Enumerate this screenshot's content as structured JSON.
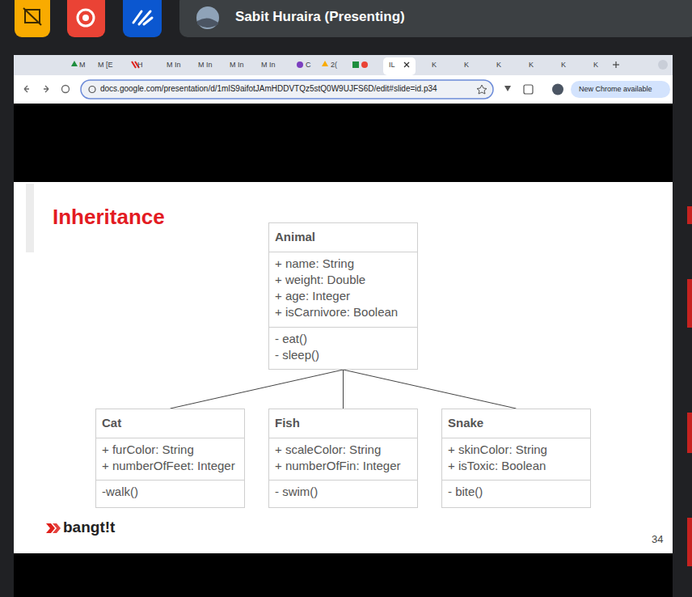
{
  "diagram": {
    "title": "Inheritance",
    "nodes": [
      {
        "text": [
          "Animal",
          "+ name: String",
          "+ weight: Double",
          "+ age: Integer",
          "+ isCarnivore: Boolean",
          "- eat()",
          "- sleep()"
        ]
      },
      {
        "text": [
          "Cat",
          "+ furColor: String",
          "+ numberOfFeet: Integer",
          "-walk()"
        ]
      },
      {
        "text": [
          "Fish",
          "+ scaleColor: String",
          "+ numberOfFin: Integer",
          "- swim()"
        ]
      },
      {
        "text": [
          "Snake",
          "+ skinColor: String",
          "+ isToxic: Boolean",
          "- bite()"
        ]
      }
    ],
    "edges": [
      {
        "from": 0,
        "to": 1,
        "arrow": "none"
      },
      {
        "from": 0,
        "to": 2,
        "arrow": "none"
      },
      {
        "from": 0,
        "to": 3,
        "arrow": "none"
      }
    ],
    "labels": [
      "Sabit Huraira (Presenting)",
      "M",
      "M [E",
      "H",
      "M In",
      "M In",
      "M In",
      "M In",
      "C",
      "2(",
      "IL",
      "K",
      "K",
      "K",
      "K",
      "K",
      "K",
      "docs.google.com/presentation/d/1mlS9aifotJAmHDDVTQz5stQ0W9UJFS6D/edit#slide=id.p34",
      "New Chrome available",
      "bangt!t",
      "34"
    ]
  }
}
